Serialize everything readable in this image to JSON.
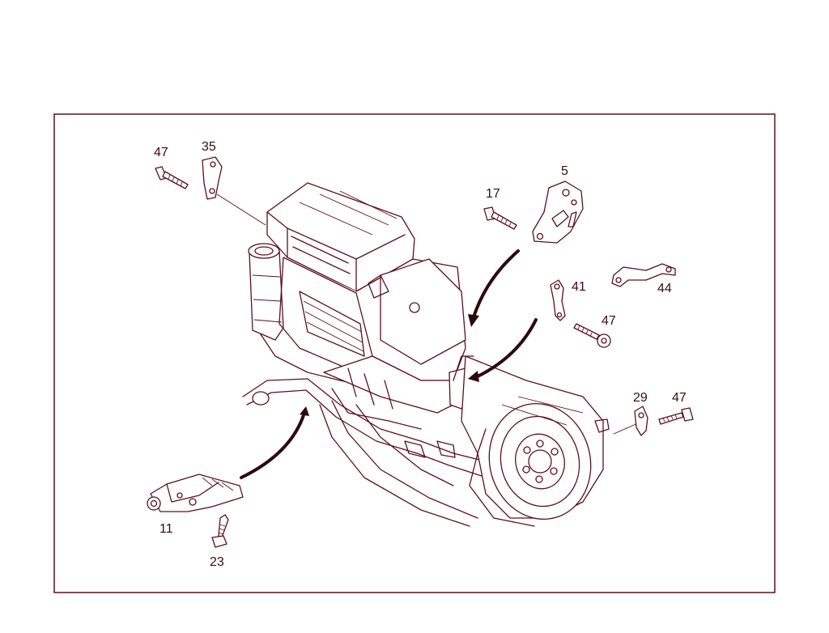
{
  "colors": {
    "ink": "#5a1020",
    "label": "#3a0a14",
    "arrow": "#2a0a0a",
    "background": "#ffffff"
  },
  "callouts": [
    {
      "id": "c47a",
      "text": "47"
    },
    {
      "id": "c35",
      "text": "35"
    },
    {
      "id": "c5",
      "text": "5"
    },
    {
      "id": "c17",
      "text": "17"
    },
    {
      "id": "c41",
      "text": "41"
    },
    {
      "id": "c44",
      "text": "44"
    },
    {
      "id": "c47b",
      "text": "47"
    },
    {
      "id": "c29",
      "text": "29"
    },
    {
      "id": "c47c",
      "text": "47"
    },
    {
      "id": "c11",
      "text": "11"
    },
    {
      "id": "c23",
      "text": "23"
    }
  ]
}
